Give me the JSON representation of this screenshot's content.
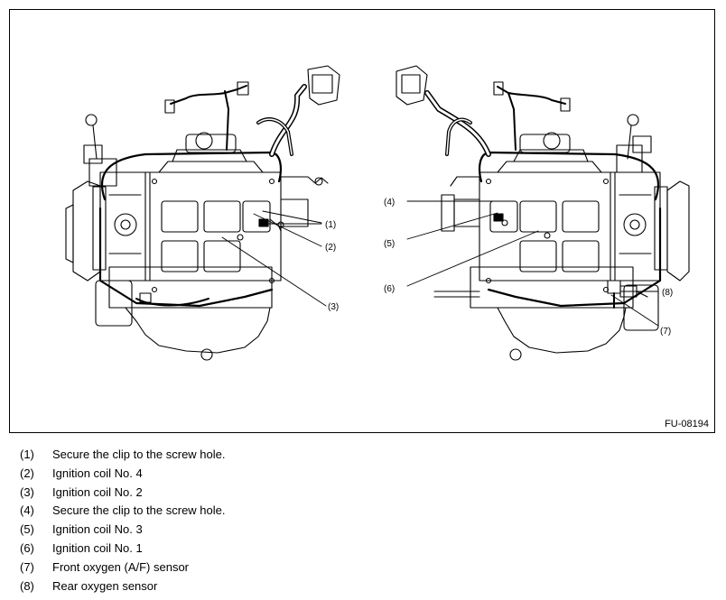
{
  "figure": {
    "figure_id": "FU-08194",
    "callouts": {
      "c1": "(1)",
      "c2": "(2)",
      "c3": "(3)",
      "c4": "(4)",
      "c5": "(5)",
      "c6": "(6)",
      "c7": "(7)",
      "c8": "(8)"
    }
  },
  "legend": [
    {
      "num": "(1)",
      "text": "Secure the clip to the screw hole."
    },
    {
      "num": "(2)",
      "text": "Ignition coil No. 4"
    },
    {
      "num": "(3)",
      "text": "Ignition coil No. 2"
    },
    {
      "num": "(4)",
      "text": "Secure the clip to the screw hole."
    },
    {
      "num": "(5)",
      "text": "Ignition coil No. 3"
    },
    {
      "num": "(6)",
      "text": "Ignition coil No. 1"
    },
    {
      "num": "(7)",
      "text": "Front oxygen (A/F) sensor"
    },
    {
      "num": "(8)",
      "text": "Rear oxygen sensor"
    }
  ]
}
